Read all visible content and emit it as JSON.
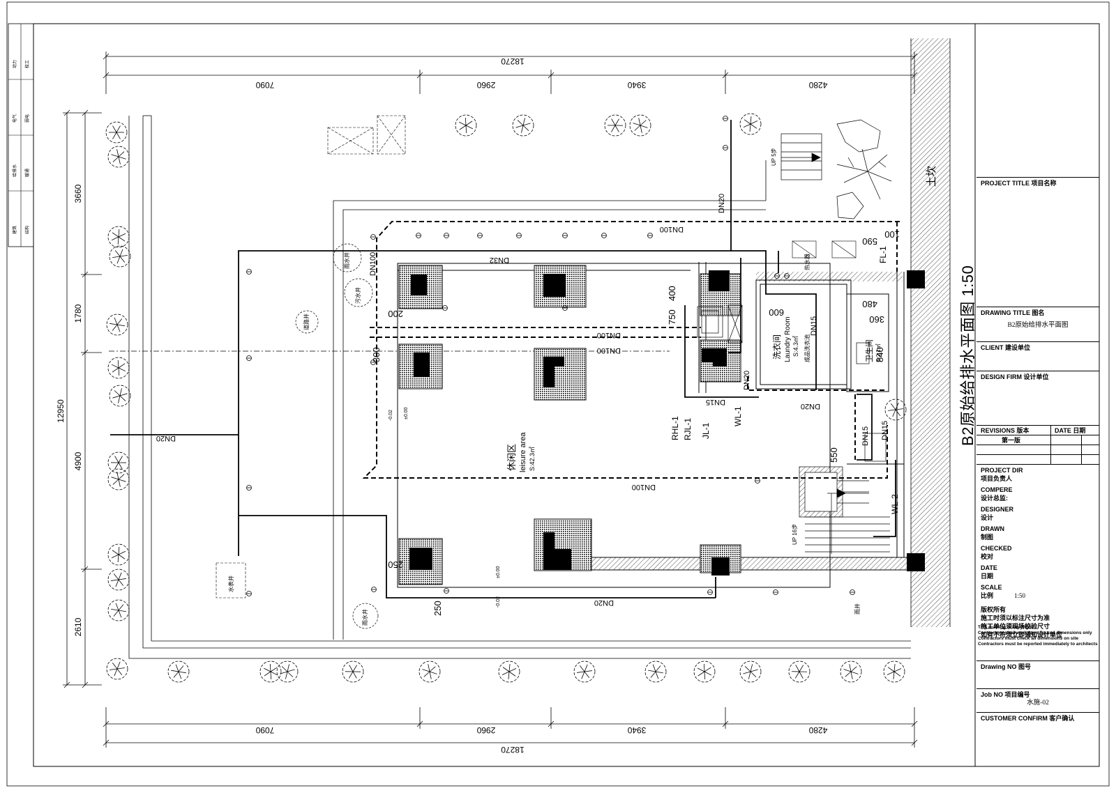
{
  "drawing": {
    "vertical_title": "B2原始给排水平面图  1:50",
    "soil_slope_label": "土坎",
    "dimensions": {
      "top_total": "18270",
      "top_segments": [
        "7090",
        "2960",
        "3940",
        "4280"
      ],
      "bottom_total": "18270",
      "bottom_segments": [
        "7090",
        "2960",
        "3940",
        "4280"
      ],
      "left_total": "12950",
      "left_segments": [
        "3660",
        "1780",
        "4900",
        "2610"
      ]
    },
    "rooms": [
      {
        "name_cn": "休闲区",
        "name_en": "leisure area",
        "area": "S:42.3㎡"
      },
      {
        "name_cn": "洗衣间",
        "name_en": "Laundry Room",
        "area": "S:4.3㎡"
      },
      {
        "name_cn": "卫生间",
        "name_en": "",
        "area": "S:2.1㎡"
      }
    ],
    "pipe_labels": [
      "DN100",
      "DN32",
      "DN100",
      "DN100",
      "DN100",
      "DN20",
      "DN20",
      "DN20",
      "DN15",
      "DN20",
      "DN100",
      "DN15",
      "DN15",
      "DN15",
      "DN20"
    ],
    "riser_labels": [
      "RHL-1",
      "RJL-1",
      "JL-1",
      "WL-1",
      "WL-2",
      "FL-1"
    ],
    "misc_labels": [
      "UP 5步",
      "UP 16步",
      "雨水井",
      "污水井",
      "道路井",
      "水表井",
      "雨水井",
      "雨井",
      "成品洗衣池",
      "热水器"
    ],
    "small_dims": [
      "750",
      "400",
      "200",
      "300",
      "250",
      "250",
      "550",
      "100",
      "590",
      "360",
      "480",
      "840",
      "600"
    ],
    "levels": [
      "±0.00",
      "-0.02",
      "±0.00",
      "-0.02"
    ]
  },
  "left_strip": {
    "cells": [
      "建筑",
      "结构",
      "给排水",
      "暖通",
      "电气",
      "弱电",
      "动力",
      "校工"
    ]
  },
  "title_block": {
    "project_title": "PROJECT TITLE   项目名称",
    "drawing_title_label": "DRAWING TITLE  图名",
    "drawing_title_value": "B2原始给排水平面图",
    "client": "CLIENT  建设单位",
    "design_firm": "DESIGN FIRM  设计单位",
    "revisions": "REVISIONS   版本",
    "date_head": "DATE  日期",
    "revision_value": "第一版",
    "project_dir": [
      "PROJECT DIR",
      "项目负责人"
    ],
    "compere": [
      "COMPERE",
      "设计总监:"
    ],
    "designer": [
      "DESIGNER",
      "设计"
    ],
    "drawn": [
      "DRAWN",
      "制图"
    ],
    "checked": [
      "CHECKED",
      "校对"
    ],
    "date": [
      "DATE",
      "日期"
    ],
    "scale": [
      "SCALE",
      "比例"
    ],
    "scale_value": "1:50",
    "copyright_cn": [
      "版权所有",
      "施工时须以标注尺寸为准",
      "施工单位须现场校验尺寸",
      "如有不符须立即通知设计单位"
    ],
    "copyright_en": [
      "This drawing is copyright",
      "Contractors shall work form figured dimensions only",
      "Contractors must check all dimensions on site",
      "Contractors must be reported immediately to architects"
    ],
    "drawing_no": "Drawing NO 图号",
    "job_no": "Job NO 项目编号",
    "job_no_value": "水施-02",
    "customer_confirm": "CUSTOMER CONFIRM 客户确认"
  }
}
